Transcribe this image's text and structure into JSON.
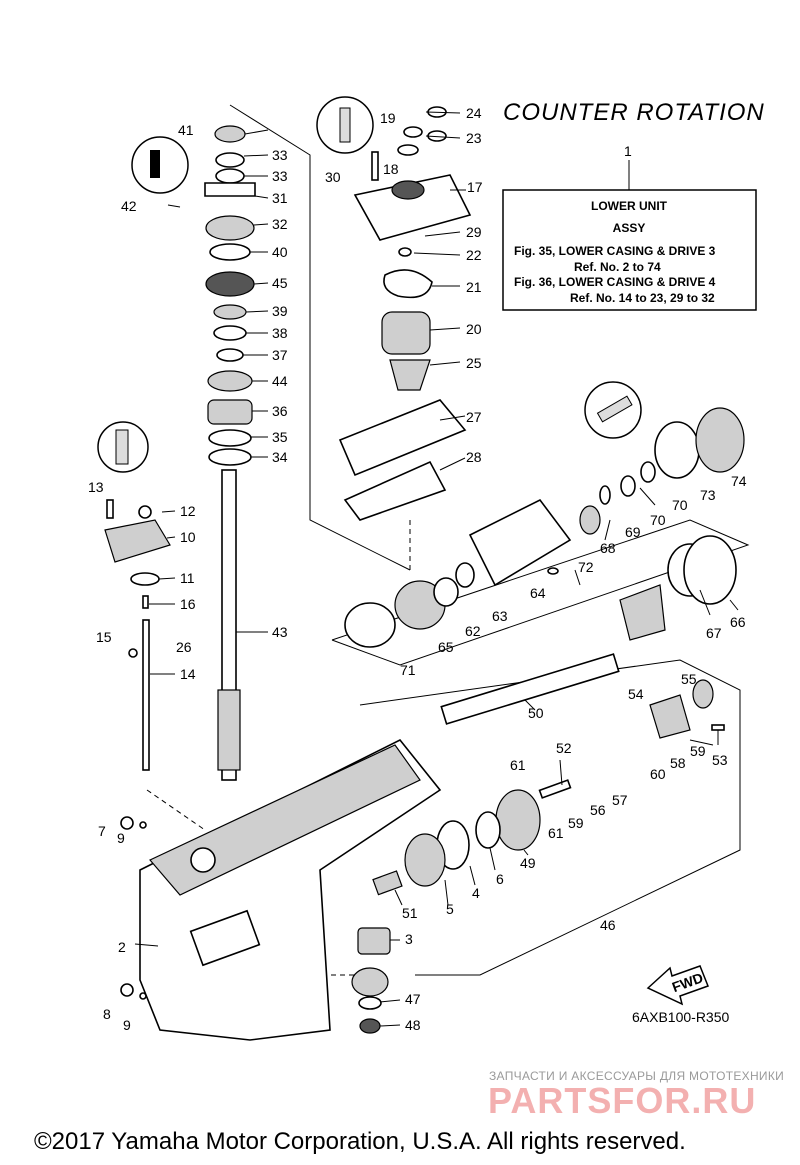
{
  "title": "COUNTER ROTATION",
  "ref_box": {
    "number": "1",
    "line1": "LOWER UNIT",
    "line2": "ASSY",
    "line3": "Fig. 35, LOWER CASING & DRIVE 3",
    "line4": "Ref. No. 2 to 74",
    "line5": "Fig. 36, LOWER CASING & DRIVE 4",
    "line6": "Ref. No. 14 to 23, 29 to 32"
  },
  "callouts": [
    "2",
    "3",
    "4",
    "5",
    "6",
    "7",
    "8",
    "9",
    "9",
    "10",
    "11",
    "12",
    "13",
    "14",
    "15",
    "16",
    "17",
    "18",
    "19",
    "20",
    "21",
    "22",
    "23",
    "24",
    "25",
    "26",
    "27",
    "28",
    "29",
    "30",
    "31",
    "32",
    "33",
    "33",
    "34",
    "35",
    "36",
    "37",
    "38",
    "39",
    "40",
    "41",
    "42",
    "43",
    "44",
    "45",
    "46",
    "47",
    "48",
    "49",
    "50",
    "51",
    "52",
    "53",
    "54",
    "55",
    "56",
    "57",
    "58",
    "59",
    "59",
    "60",
    "61",
    "61",
    "62",
    "63",
    "64",
    "65",
    "66",
    "67",
    "68",
    "69",
    "70",
    "70",
    "71",
    "72",
    "73",
    "74"
  ],
  "fwd_label": "FWD",
  "diagram_code": "6AXB100-R350",
  "watermark": {
    "tagline": "ЗАПЧАСТИ И АКСЕССУАРЫ ДЛЯ МОТОТЕХНИКИ",
    "brand": "PARTSFOR.RU"
  },
  "copyright": "©2017 Yamaha Motor Corporation, U.S.A. All rights reserved."
}
